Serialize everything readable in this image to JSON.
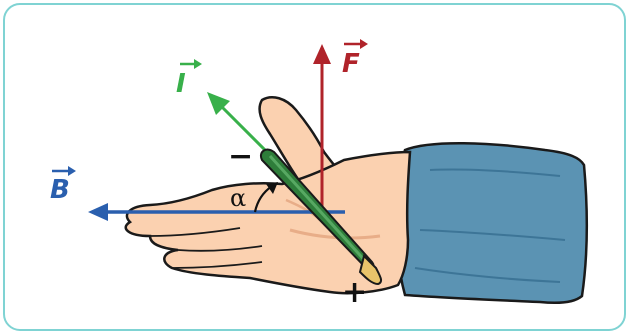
{
  "labels": {
    "force": "F",
    "current": "I",
    "field": "B",
    "angle": "α",
    "minus": "−",
    "plus": "+"
  },
  "colors": {
    "frame_border": "#7fd3d3",
    "force": "#b0232a",
    "current": "#38b04a",
    "field": "#2a5fae",
    "skin": "#fbd1b0",
    "skin_outline": "#1a1a1a",
    "sleeve": "#5b93b3",
    "pen": "#2e7d3a",
    "pen_tip": "#e9c46a"
  }
}
